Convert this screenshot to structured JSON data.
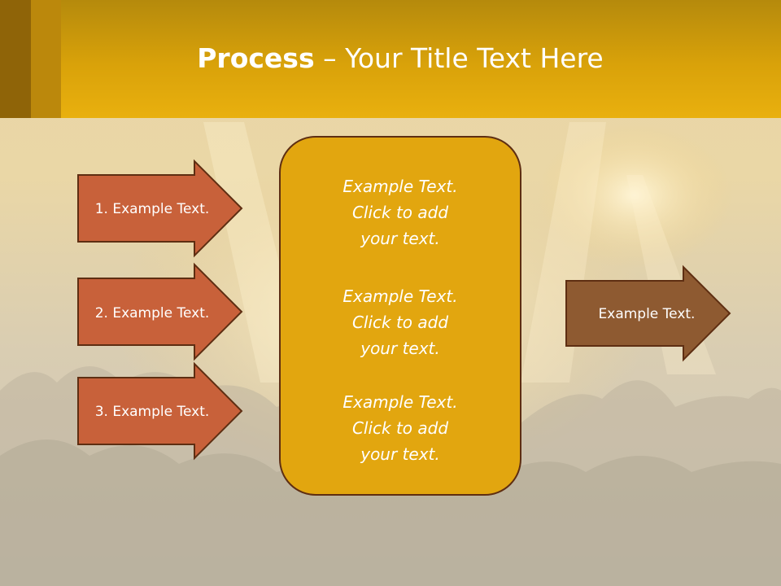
{
  "title": {
    "bold": "Process",
    "dash": "–",
    "rest": "Your Title Text Here"
  },
  "steps": [
    {
      "label": "1. Example Text."
    },
    {
      "label": "2. Example Text."
    },
    {
      "label": "3. Example Text."
    }
  ],
  "center_box": {
    "paragraphs": [
      [
        "Example Text.",
        "Click  to add",
        "your text."
      ],
      [
        "Example Text.",
        "Click  to add",
        "your text."
      ],
      [
        "Example Text.",
        "Click  to add",
        "your text."
      ]
    ]
  },
  "result": {
    "label": "Example Text."
  },
  "colors": {
    "header": "#e9b00e",
    "step_arrow": "#c8613a",
    "center_box": "#e2a60f",
    "result_arrow": "#8e5a31",
    "outline": "#5e2e12"
  }
}
